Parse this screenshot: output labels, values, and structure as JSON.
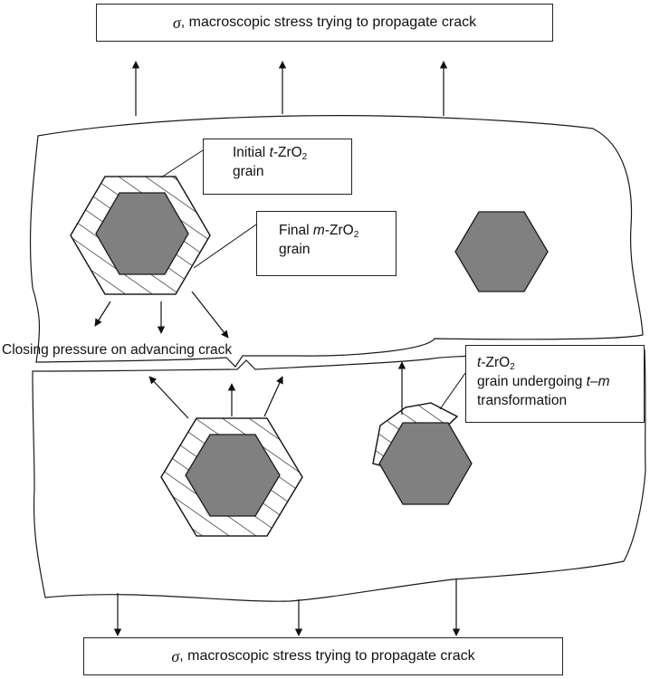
{
  "stress_label": {
    "symbol": "σ",
    "text": ", macroscopic stress trying to propagate crack"
  },
  "labels": {
    "initial": {
      "line1_prefix": "Initial ",
      "phase": "t",
      "formula": "-ZrO",
      "subscript": "2",
      "line2": "grain"
    },
    "final": {
      "line1_prefix": "Final ",
      "phase": "m",
      "formula": "-ZrO",
      "subscript": "2",
      "line2": "grain"
    },
    "closing_pressure": "Closing pressure on advancing crack",
    "transforming": {
      "phase": "t",
      "formula": "-ZrO",
      "subscript": "2",
      "line2_prefix": "grain undergoing ",
      "from_phase": "t",
      "dash": "–",
      "to_phase": "m",
      "line3": "transformation"
    }
  },
  "colors": {
    "grain_fill": "#808080",
    "outline": "#1a1a1a",
    "background": "#ffffff"
  }
}
